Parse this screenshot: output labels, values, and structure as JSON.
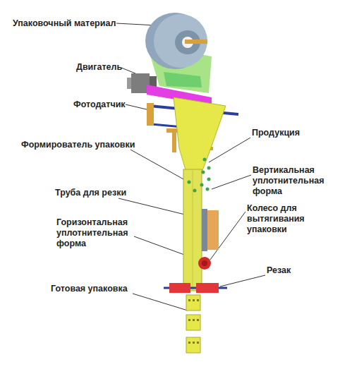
{
  "diagram": {
    "labels": [
      "Упаковочный материал",
      "Двигатель",
      "Фотодатчик",
      "Продукция",
      "Формирователь упаковки",
      "Вертикальная уплотнительная форма",
      "Труба для резки",
      "Колесо для вытягивания упаковки",
      "Горизонтальная уплотнительная форма",
      "Резак",
      "Готовая упаковка"
    ]
  }
}
